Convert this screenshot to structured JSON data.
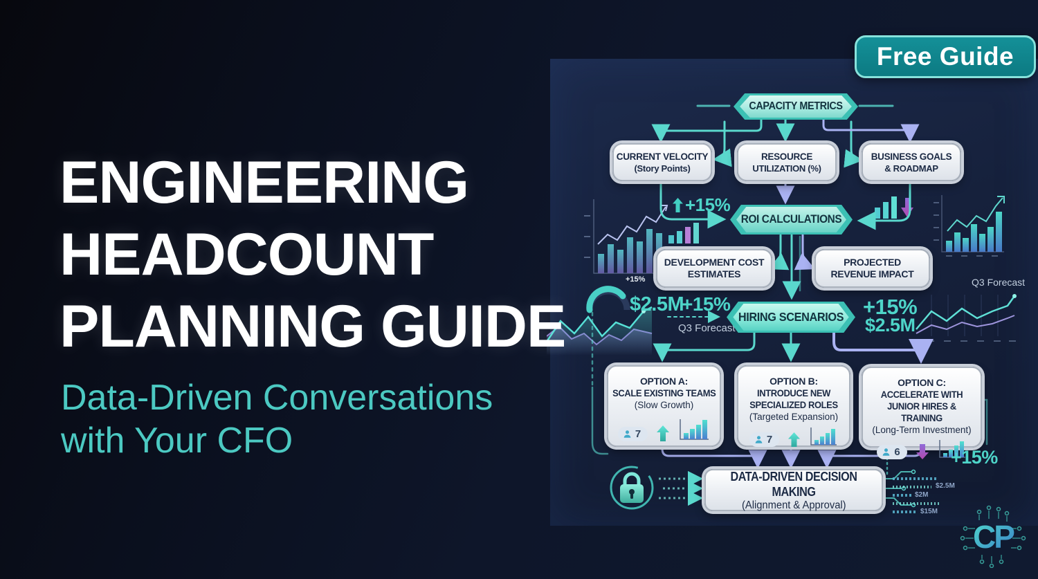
{
  "badge": {
    "label": "Free Guide"
  },
  "hero": {
    "title_line1": "ENGINEERING",
    "title_line2": "HEADCOUNT",
    "title_line3": "PLANNING GUIDE",
    "subtitle_line1": "Data-Driven Conversations",
    "subtitle_line2": "with Your CFO"
  },
  "colors": {
    "accent_teal": "#4ed5c9",
    "accent_lavender": "#a9aeee",
    "accent_purple": "#9b59c8",
    "badge_bg": "#0f8b90",
    "node_bg": "#f2f4f7",
    "background": "#0e162a"
  },
  "flowchart": {
    "capacity": {
      "label": "CAPACITY METRICS"
    },
    "inputs": [
      {
        "line1": "CURRENT VELOCITY",
        "line2": "(Story Points)"
      },
      {
        "line1": "RESOURCE",
        "line2": "UTILIZATION (%)"
      },
      {
        "line1": "BUSINESS GOALS",
        "line2": "& ROADMAP"
      }
    ],
    "roi": {
      "label": "ROI CALCULATIONS",
      "delta": "+15%"
    },
    "mid": [
      {
        "line1": "DEVELOPMENT COST",
        "line2": "ESTIMATES"
      },
      {
        "line1": "PROJECTED",
        "line2": "REVENUE IMPACT"
      }
    ],
    "hiring": {
      "label": "HIRING SCENARIOS"
    },
    "left_annotation": {
      "amount": "$2.5M",
      "delta": "+15%",
      "note": "Q3 Forecast"
    },
    "right_annotation": {
      "delta": "+15%",
      "amount": "$2.5M",
      "note": "Q3 Forecast"
    },
    "gauge_label": "+15%",
    "options": [
      {
        "title": "OPTION A:",
        "body": "SCALE EXISTING TEAMS",
        "sub": "(Slow Growth)",
        "headcount": "7",
        "trend": "up"
      },
      {
        "title": "OPTION B:",
        "body": "INTRODUCE NEW SPECIALIZED ROLES",
        "sub": "(Targeted Expansion)",
        "headcount": "7",
        "trend": "up"
      },
      {
        "title": "OPTION C:",
        "body": "ACCELERATE WITH JUNIOR HIRES & TRAINING",
        "sub": "(Long-Term Investment)",
        "headcount": "6",
        "trend": "down"
      }
    ],
    "decision": {
      "line1": "DATA-DRIVEN DECISION MAKING",
      "line2": "(Alignment & Approval)"
    },
    "bottom_delta": "+15%",
    "stream_values": [
      "$2.5M",
      "$2M",
      "$15M"
    ]
  },
  "logo": {
    "monogram": "CP"
  }
}
